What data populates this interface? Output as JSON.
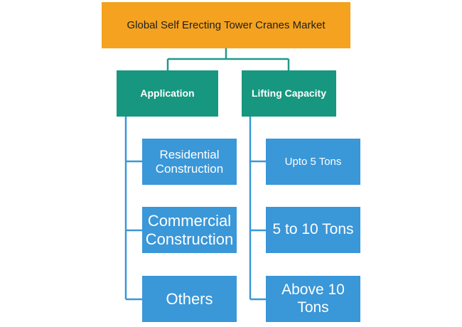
{
  "root": {
    "label": "Global Self Erecting Tower Cranes Market"
  },
  "categories": [
    {
      "label": "Application",
      "items": [
        "Residential Construction",
        "Commercial Construction",
        "Others"
      ]
    },
    {
      "label": "Lifting Capacity",
      "items": [
        "Upto 5 Tons",
        "5 to 10 Tons",
        "Above 10 Tons"
      ]
    }
  ],
  "colors": {
    "root": "#f4a21f",
    "category": "#17977f",
    "leaf": "#3a97d8",
    "connector": "#1f9a8a"
  }
}
